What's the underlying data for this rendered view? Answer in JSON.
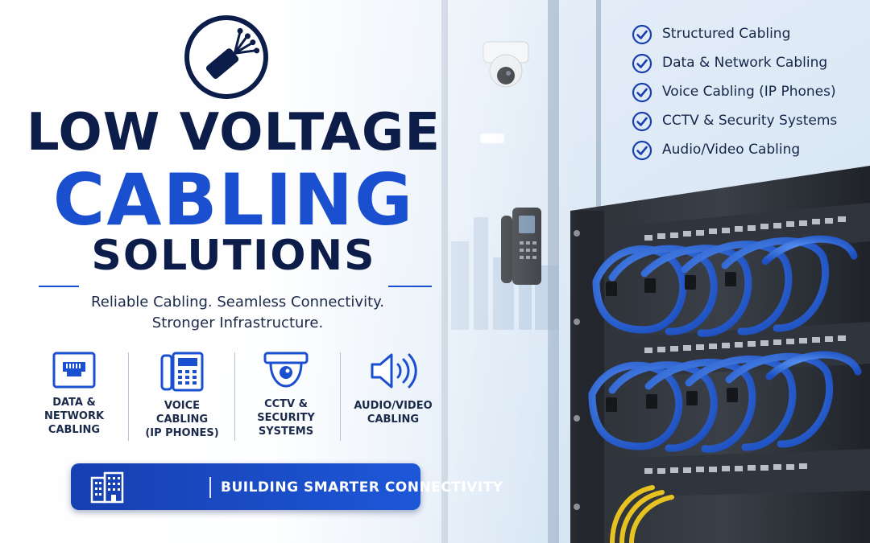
{
  "header": {
    "title_line1": "LOW VOLTAGE",
    "title_line2": "CABLING",
    "title_line3": "SOLUTIONS"
  },
  "tagline": {
    "line1": "Reliable Cabling. Seamless Connectivity.",
    "line2": "Stronger Infrastructure."
  },
  "services": [
    {
      "icon": "ethernet-port-icon",
      "label": "DATA &\nNETWORK\nCABLING"
    },
    {
      "icon": "desk-phone-icon",
      "label": "VOICE\nCABLING\n(IP PHONES)"
    },
    {
      "icon": "security-camera-icon",
      "label": "CCTV &\nSECURITY\nSYSTEMS"
    },
    {
      "icon": "speaker-icon",
      "label": "AUDIO/VIDEO\nCABLING"
    }
  ],
  "banner": {
    "icon": "building-icon",
    "text": "BUILDING SMARTER CONNECTIVITY"
  },
  "checklist": [
    "Structured Cabling",
    "Data & Network Cabling",
    "Voice Cabling (IP Phones)",
    "CCTV & Security Systems",
    "Audio/Video Cabling"
  ],
  "colors": {
    "navy": "#0d1d4a",
    "accent_blue": "#1a4fd0",
    "cable_blue": "#2f6fe0",
    "banner_blue": "#1a4cc8"
  }
}
